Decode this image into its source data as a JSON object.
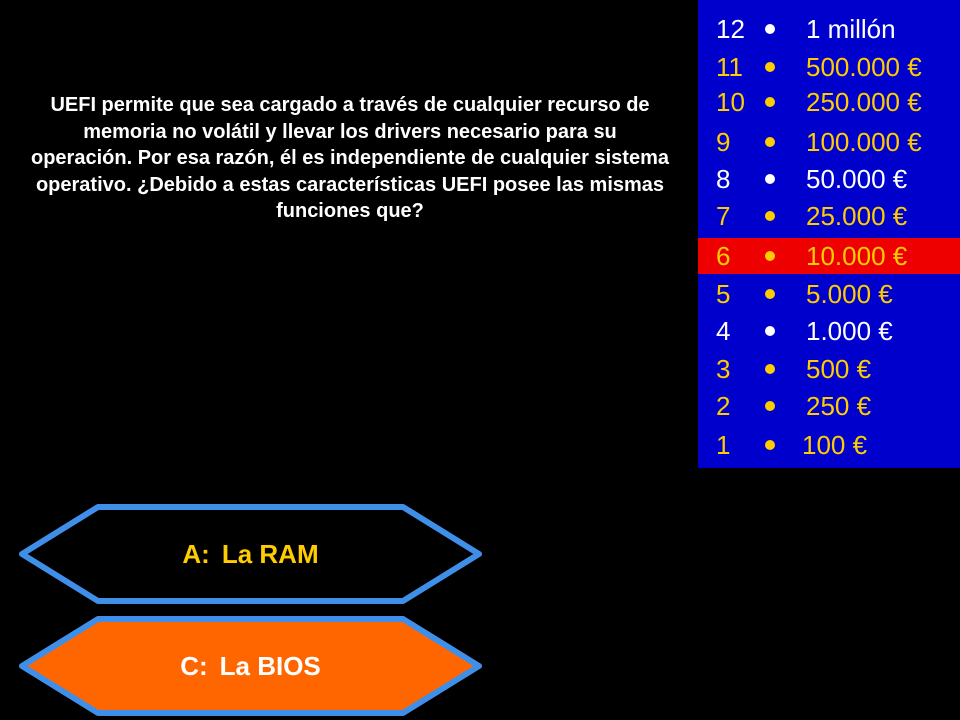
{
  "question": {
    "text": "UEFI permite que sea cargado a través de cualquier recurso de memoria no volátil y llevar los drivers necesario para su operación. Por esa razón, él es independiente de cualquier sistema operativo. ¿Debido a estas características UEFI posee las mismas funciones que?"
  },
  "ladder": {
    "current_level": 6,
    "levels": [
      {
        "num": "12",
        "amount": "1 millón"
      },
      {
        "num": "11",
        "amount": "500.000 €"
      },
      {
        "num": "10",
        "amount": "250.000 €"
      },
      {
        "num": "9",
        "amount": "100.000 €"
      },
      {
        "num": "8",
        "amount": "50.000 €"
      },
      {
        "num": "7",
        "amount": "25.000 €"
      },
      {
        "num": "6",
        "amount": "10.000 €"
      },
      {
        "num": "5",
        "amount": "5.000 €"
      },
      {
        "num": "4",
        "amount": "1.000 €"
      },
      {
        "num": "3",
        "amount": "500 €"
      },
      {
        "num": "2",
        "amount": "250 €"
      },
      {
        "num": "1",
        "amount": "100 €"
      }
    ]
  },
  "answers": [
    {
      "letter": "A:",
      "text": "La RAM"
    },
    {
      "letter": "C:",
      "text": "La BIOS"
    }
  ],
  "colors": {
    "background": "#000000",
    "ladder_bg": "#0000cc",
    "current_level": "#ee0000",
    "safe_level_text": "#ffffff",
    "level_text": "#ffcc00",
    "answer_fill": "#000000",
    "answer_border": "#3f8fe8",
    "answer_text": "#ffcc00",
    "selected_answer_fill": "#ff6600",
    "selected_answer_text": "#ffffff"
  }
}
